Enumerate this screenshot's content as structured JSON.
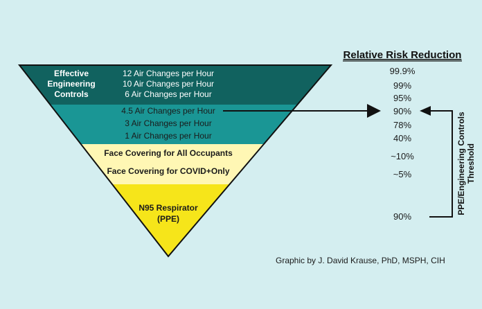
{
  "colors": {
    "background": "#d4eef0",
    "effective_band": "#11625f",
    "mid_band": "#1a9695",
    "face_band": "#fff7b4",
    "ppe_band": "#f6e51a",
    "outline": "#111111"
  },
  "pyramid": {
    "effective_label": [
      "Effective",
      "Engineering",
      "Controls"
    ],
    "tier1": [
      "12 Air Changes per Hour",
      "10 Air Changes per Hour",
      "6 Air Changes per Hour"
    ],
    "tier2": [
      "4.5 Air Changes per Hour",
      "3 Air Changes per Hour",
      "1 Air Changes per Hour"
    ],
    "tier3": [
      "Face Covering for All Occupants",
      "Face Covering for COVID+Only"
    ],
    "tier4": [
      "N95 Respirator",
      "(PPE)"
    ]
  },
  "risk_reduction": {
    "heading": "Relative Risk Reduction",
    "values": [
      "99.9%",
      "99%",
      "95%",
      "90%",
      "78%",
      "40%",
      "~10%",
      "~5%",
      "90%"
    ]
  },
  "threshold_label": [
    "PPE/Engineering Controls",
    "Threshold"
  ],
  "credit": "Graphic by J. David Krause, PhD, MSPH, CIH"
}
